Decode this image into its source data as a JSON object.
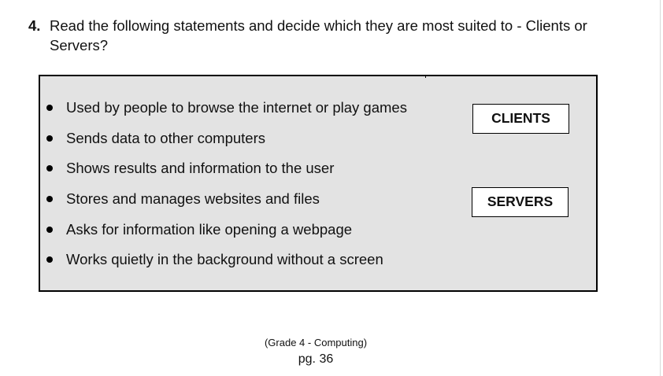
{
  "question": {
    "number": "4.",
    "text": "Read the following statements and decide which they are most suited to - Clients or Servers?"
  },
  "statements": [
    "Used by people to browse the internet or play games",
    "Sends data to other computers",
    "Shows results and information to the user",
    "Stores and manages websites and files",
    "Asks for information like opening a webpage",
    "Works quietly in the background without a screen"
  ],
  "categories": {
    "clients": "CLIENTS",
    "servers": "SERVERS"
  },
  "footer": {
    "course": "(Grade 4 - Computing)",
    "page": "pg. 36"
  }
}
